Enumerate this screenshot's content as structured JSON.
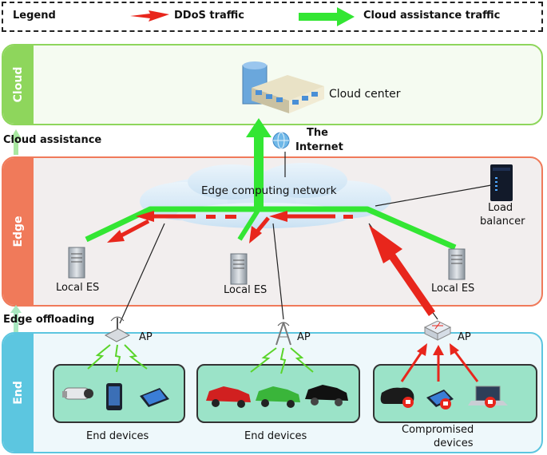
{
  "legend": {
    "title": "Legend",
    "ddos_label": "DDoS traffic",
    "cloud_assist_label": "Cloud assistance traffic"
  },
  "layers": {
    "cloud": "Cloud",
    "edge": "Edge",
    "end": "End"
  },
  "transitions": {
    "cloud_assistance": "Cloud assistance",
    "edge_offloading": "Edge offloading"
  },
  "cloud_center": "Cloud center",
  "internet": [
    "The",
    "Internet"
  ],
  "edge_network": "Edge computing network",
  "load_balancer": [
    "Load",
    "balancer"
  ],
  "local_es": [
    "Local ES",
    "Local ES",
    "Local ES"
  ],
  "ap": [
    "AP",
    "AP",
    "AP"
  ],
  "groups": [
    "End devices",
    "End devices",
    "Compromised",
    "devices"
  ],
  "colors": {
    "ddos": "#e8261c",
    "cloud_assist": "#33e633",
    "cloud_layer": "#8ed65c",
    "edge_layer": "#f07a5a",
    "end_layer": "#5cc6e0",
    "panel": "#9be3c8"
  }
}
